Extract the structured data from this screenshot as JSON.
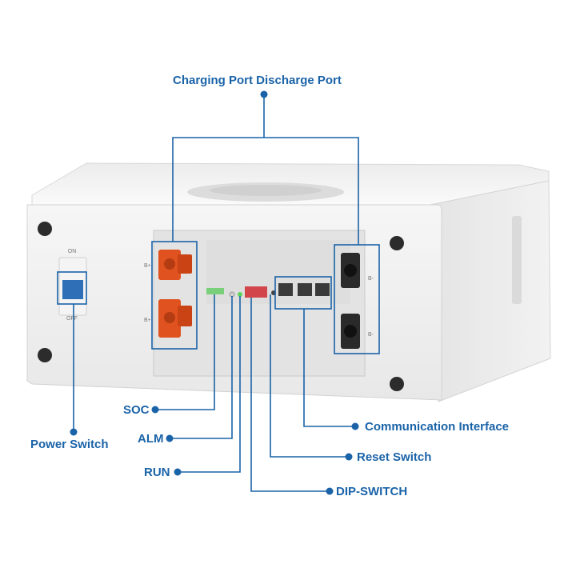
{
  "labels": {
    "charging_discharge_port": "Charging Port Discharge Port",
    "soc": "SOC",
    "alm": "ALM",
    "run": "RUN",
    "power_switch": "Power Switch",
    "communication_interface": "Communication Interface",
    "reset_switch": "Reset Switch",
    "dip_switch": "DIP-SWITCH"
  },
  "device_markings": {
    "breaker_on": "ON",
    "breaker_off": "OFF",
    "b_plus": "B+",
    "b_minus": "B-"
  },
  "colors": {
    "callout": "#1a63a8",
    "connector_orange": "#e0521f",
    "casing": "#eeeeee",
    "breaker_blue": "#2f6fb8",
    "dip_red": "#d2454a",
    "led_green": "#5bd65b"
  }
}
